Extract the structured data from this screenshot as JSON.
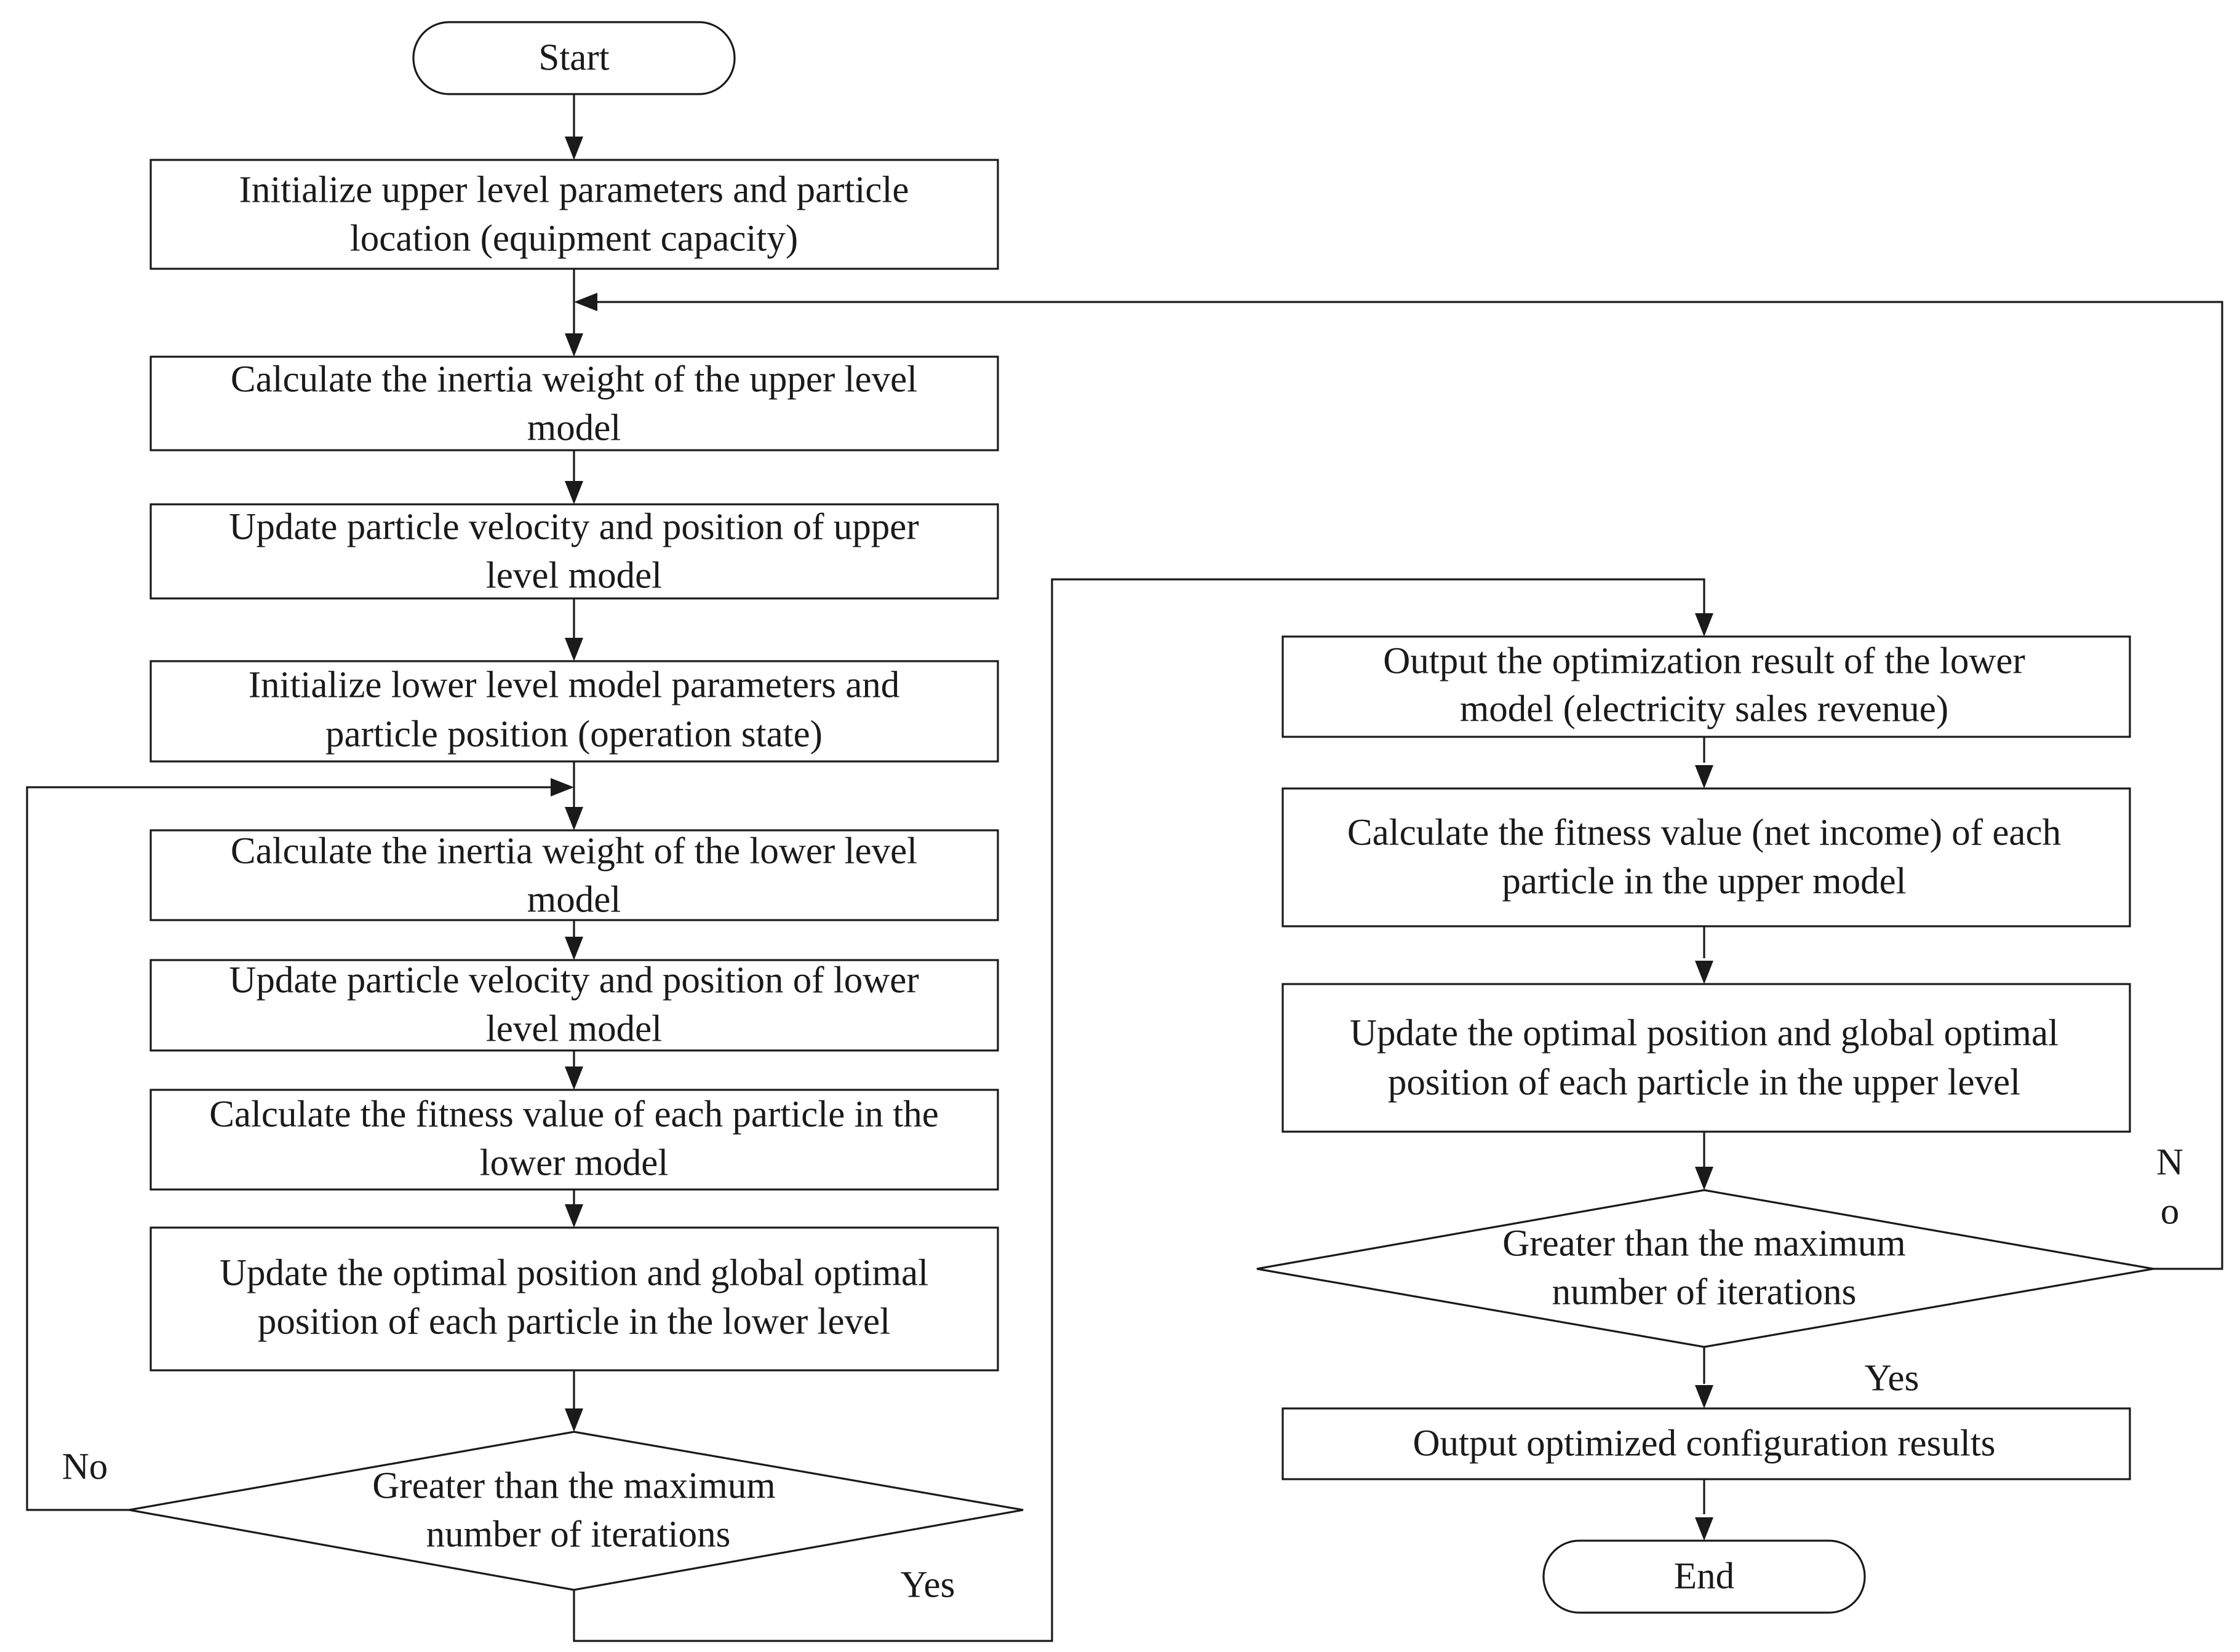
{
  "flowchart": {
    "start": "Start",
    "end": "End",
    "left": {
      "init_upper": [
        "Initialize upper level parameters and particle",
        "location (equipment capacity)"
      ],
      "inertia_upper": [
        "Calculate the inertia weight of the upper level",
        "model"
      ],
      "update_upper": [
        "Update particle velocity and position of upper",
        "level model"
      ],
      "init_lower": [
        "Initialize lower level model parameters and",
        "particle position (operation state)"
      ],
      "inertia_lower": [
        "Calculate the inertia weight of the lower level",
        "model"
      ],
      "update_lower": [
        "Update particle velocity and position of lower",
        "level model"
      ],
      "fitness_lower": [
        "Calculate the fitness value of each particle in the",
        "lower model"
      ],
      "optimal_lower": [
        "Update the optimal position and global optimal",
        "position of each particle in the lower level"
      ],
      "decision": [
        "Greater than the maximum",
        "number of iterations"
      ]
    },
    "right": {
      "output_lower": [
        "Output the optimization result of the lower",
        "model (electricity sales revenue)"
      ],
      "fitness_upper": [
        "Calculate the fitness value (net income) of each",
        "particle in the upper model"
      ],
      "optimal_upper": [
        "Update the optimal position and global optimal",
        "position of each particle in the upper level"
      ],
      "decision": [
        "Greater than the maximum",
        "number of iterations"
      ],
      "output_config": "Output optimized configuration results"
    },
    "labels": {
      "left_no": "No",
      "left_yes": "Yes",
      "right_no_top": "N",
      "right_no_bottom": "o",
      "right_yes": "Yes"
    }
  }
}
